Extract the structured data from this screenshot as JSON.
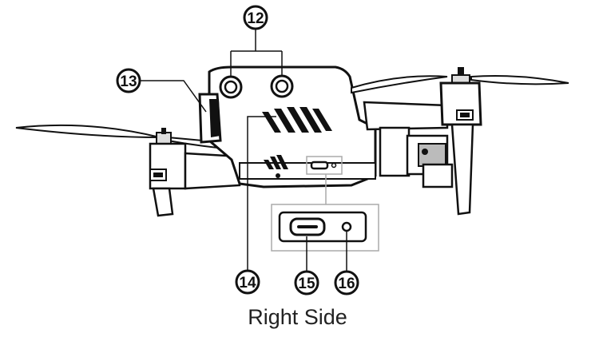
{
  "figure": {
    "caption": "Right Side",
    "callouts": [
      {
        "id": "12",
        "label": "12"
      },
      {
        "id": "13",
        "label": "13"
      },
      {
        "id": "14",
        "label": "14"
      },
      {
        "id": "15",
        "label": "15"
      },
      {
        "id": "16",
        "label": "16"
      }
    ]
  },
  "colors": {
    "line": "#111111",
    "body": "#ffffff",
    "shade": "#bbbbbb",
    "dark": "#222222",
    "inset_border": "#aaaaaa"
  }
}
